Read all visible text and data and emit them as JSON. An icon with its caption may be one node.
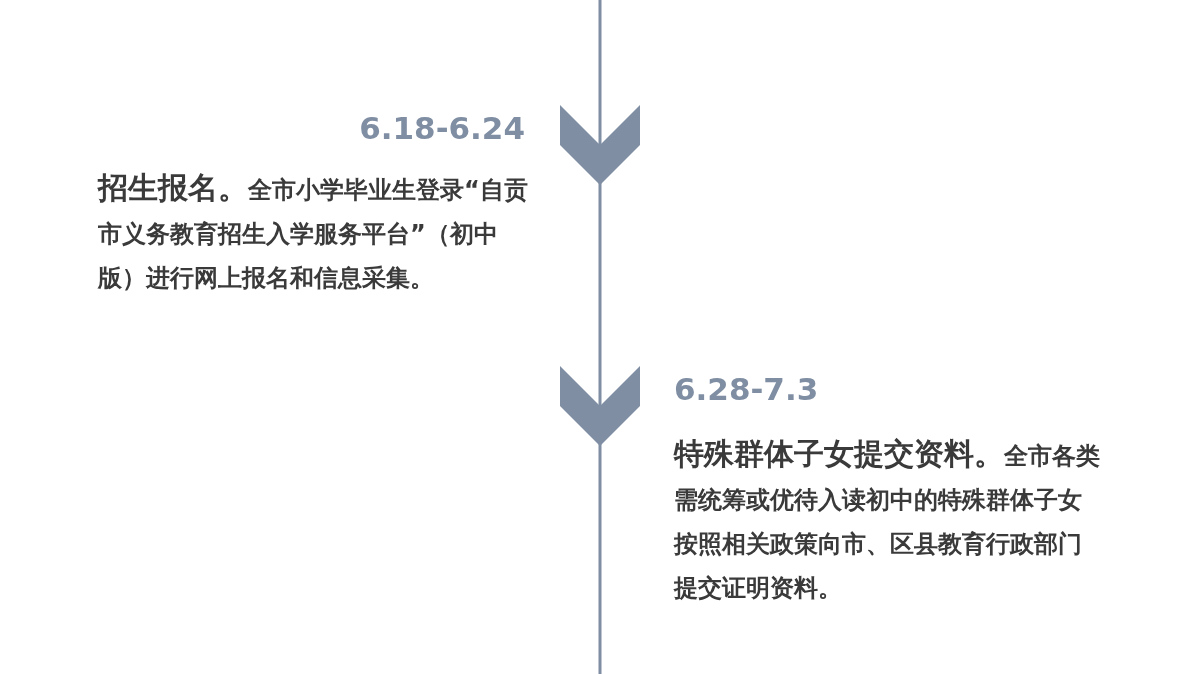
{
  "diagram": {
    "labels": [
      "6.18-6.24",
      "招生报名。",
      "全市小学毕业生登录“自贡市义务教育招生入学服务平台”（初中版）进行网上报名和信息采集。",
      "6.28-7.3",
      "特殊群体子女提交资料。",
      "全市各类需统筹或优待入读初中的特殊群体子女按照相关政策向市、区县教育行政部门提交证明资料。"
    ]
  }
}
